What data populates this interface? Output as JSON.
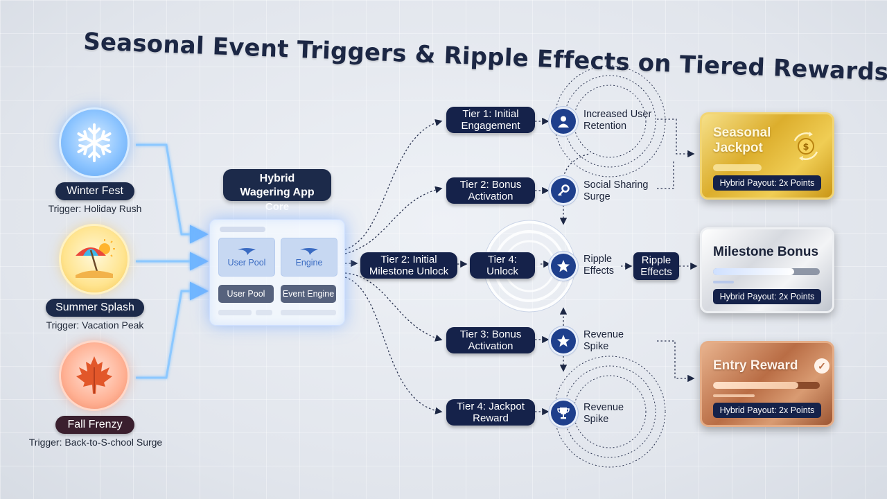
{
  "title": "Seasonal Event Triggers & Ripple Effects on Tiered Rewards",
  "events": [
    {
      "name": "Winter Fest",
      "trigger": "Trigger: Holiday Rush",
      "icon": "snowflake-icon"
    },
    {
      "name": "Summer Splash",
      "trigger": "Trigger: Vacation Peak",
      "icon": "beach-umbrella-icon"
    },
    {
      "name": "Fall Frenzy",
      "trigger": "Trigger: Back-to-S-chool Surge",
      "icon": "maple-leaf-icon"
    }
  ],
  "core": {
    "label_line1": "Hybrid",
    "label_line2": "Wagering App",
    "label_line3": "Core",
    "tiles": [
      "User Pool",
      "Engine",
      "User Pool",
      "Event Engine"
    ]
  },
  "tiers": [
    {
      "line1": "Tier 1: Initial",
      "line2": "Engagement"
    },
    {
      "line1": "Tier 2: Bonus",
      "line2": "Activation"
    },
    {
      "line1": "Tier 2: Initial",
      "line2": "Milestone Unlock"
    },
    {
      "line1": "Tier 4:",
      "line2": "Unlock"
    },
    {
      "line1": "Tier 3: Bonus",
      "line2": "Activation"
    },
    {
      "line1": "Tier 4: Jackpot",
      "line2": "Reward"
    }
  ],
  "effects": [
    {
      "line1": "Increased User",
      "line2": "Retention",
      "icon": "user-icon"
    },
    {
      "line1": "Social Sharing",
      "line2": "Surge",
      "icon": "key-icon"
    },
    {
      "line1": "Ripple",
      "line2": "Effects",
      "icon": "star-icon"
    },
    {
      "line1": "Revenue",
      "line2": "Spike",
      "icon": "star-icon"
    },
    {
      "line1": "Revenue",
      "line2": "Spike",
      "icon": "trophy-icon"
    }
  ],
  "ripple_pill": {
    "line1": "Ripple",
    "line2": "Effects"
  },
  "rewards": [
    {
      "title_line1": "Seasonal",
      "title_line2": "Jackpot",
      "payout": "Hybrid Payout: 2x Points",
      "icon": "coin-cycle-icon",
      "color": "#dcae2d"
    },
    {
      "title_line1": "Milestone Bonus",
      "payout": "Hybrid Payout: 2x Points",
      "color": "#d7dae0",
      "progress": 0.76
    },
    {
      "title_line1": "Entry Reward",
      "payout": "Hybrid Payout: 2x Points",
      "icon": "check-icon",
      "color": "#b96d45",
      "progress": 0.8
    }
  ]
}
